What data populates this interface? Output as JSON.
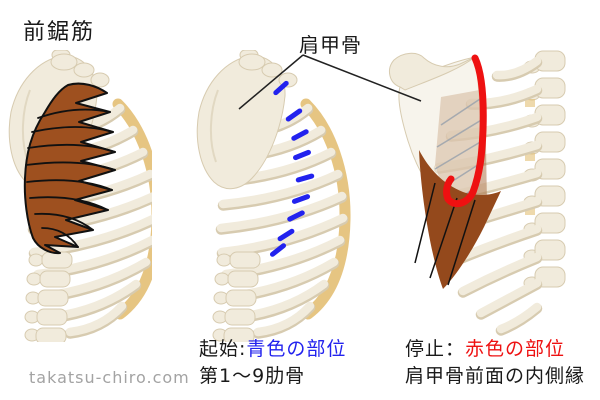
{
  "title": "前鋸筋",
  "scapula_label": "肩甲骨",
  "origin_caption": {
    "prefix": "起始:",
    "highlight": "青色の部位",
    "detail": "第1～9肋骨"
  },
  "insertion_caption": {
    "prefix": "停止：",
    "highlight": "赤色の部位",
    "detail": "肩甲骨前面の内側縁"
  },
  "watermark": "takatsu-chiro.com",
  "colors": {
    "origin_blue": "#2222ee",
    "insertion_red": "#ee1111",
    "muscle_brown": "#9e501f",
    "muscle_dark": "#94491c",
    "muscle_tint": "#a5673a",
    "bone_cream": "#f1ebdc",
    "bone_shadow": "#d7cbb0",
    "cartilage_yellow": "#e3bf74",
    "rib_gray": "#98a1ac",
    "pointer_black": "#222222",
    "text_black": "#1a1a1a",
    "watermark_gray": "#a3a3a3"
  }
}
